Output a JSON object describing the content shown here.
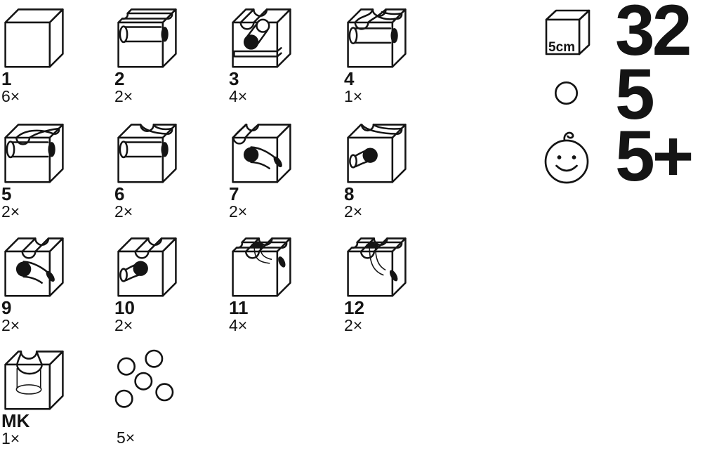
{
  "parts": [
    {
      "id": "1",
      "count": "6×",
      "icon": "plain-cube"
    },
    {
      "id": "2",
      "count": "2×",
      "icon": "straight-channel-with-tunnel"
    },
    {
      "id": "3",
      "count": "4×",
      "icon": "channel-with-inner-drop-to-base"
    },
    {
      "id": "4",
      "count": "1×",
      "icon": "double-curve-with-tunnel"
    },
    {
      "id": "5",
      "count": "2×",
      "icon": "curve-with-tunnel"
    },
    {
      "id": "6",
      "count": "2×",
      "icon": "curve-with-tunnel-reversed"
    },
    {
      "id": "7",
      "count": "2×",
      "icon": "curve-with-inner-curve-drop"
    },
    {
      "id": "8",
      "count": "2×",
      "icon": "curve-with-inner-side-entry"
    },
    {
      "id": "9",
      "count": "2×",
      "icon": "straight-channel-inner-curve-drop"
    },
    {
      "id": "10",
      "count": "2×",
      "icon": "straight-channel-inner-side-entry"
    },
    {
      "id": "11",
      "count": "4×",
      "icon": "cross-channel-inner-curve-exit-mid"
    },
    {
      "id": "12",
      "count": "2×",
      "icon": "cross-channel-inner-drop-exit-low"
    },
    {
      "id": "MK",
      "count": "1×",
      "icon": "open-basin-cube"
    }
  ],
  "marbles": {
    "count": "5×",
    "icon": "five-marbles"
  },
  "legend": {
    "cube_size": "5cm",
    "total_cubes": "32",
    "total_marbles": "5",
    "age": "5+"
  },
  "colors": {
    "ink": "#141414",
    "background": "#ffffff"
  }
}
